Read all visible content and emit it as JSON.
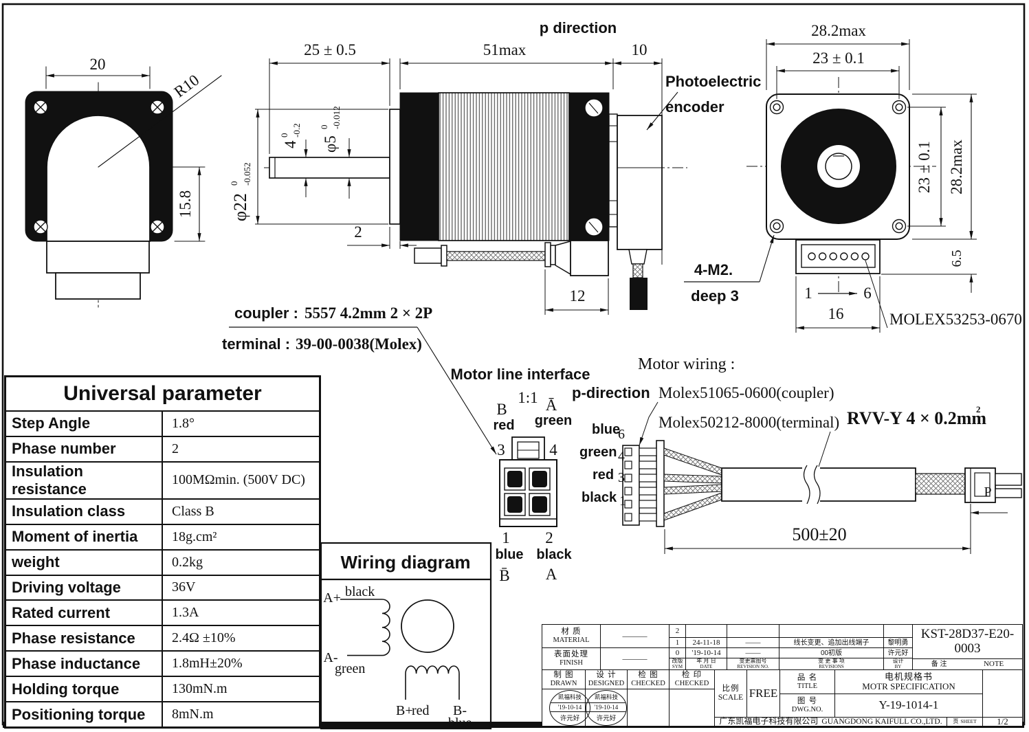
{
  "front": {
    "w": "20",
    "r": "R10",
    "h": "15.8"
  },
  "side": {
    "shaft_len": "25 ± 0.5",
    "body_len": "51max",
    "enc_len": "10",
    "p_dir": "p direction",
    "photo1": "Photoelectric",
    "photo2": "encoder",
    "flat": "4",
    "flat_t": "0",
    "flat_b": "-0.2",
    "dia5": "φ5",
    "dia5_t": "0",
    "dia5_b": "-0.012",
    "dia22": "φ22",
    "dia22_t": "0",
    "dia22_b": "-0.052",
    "plate": "2",
    "boss": "12"
  },
  "rear": {
    "w_out": "28.2max",
    "w_holes": "23 ± 0.1",
    "h_holes": "23 ± 0.1",
    "h_out": "28.2max",
    "conn_off": "6.5",
    "screw1": "4-M2.",
    "screw2": "deep 3",
    "p1": "1",
    "p6": "6",
    "conn_w": "16",
    "part": "MOLEX53253-0670"
  },
  "notes": {
    "coupler_l": "coupler :",
    "coupler_v": "5557 4.2mm 2 × 2P",
    "terminal_l": "terminal :",
    "terminal_v": "39-00-0038(Molex)"
  },
  "iface": {
    "title": "Motor line interface",
    "scale": "1:1",
    "tl_p": "B",
    "tl_c": "red",
    "tl_n": "3",
    "tr_p": "Ā",
    "tr_c": "green",
    "tr_n": "4",
    "bl_n": "1",
    "bl_c": "blue",
    "bl_p": "B̄",
    "br_n": "2",
    "br_c": "black",
    "br_p": "A"
  },
  "mw": {
    "title": "Motor wiring :",
    "pd": "p-direction",
    "coupler": "Molex51065-0600(coupler)",
    "terminal": "Molex50212-8000(terminal)",
    "cable": "RVV-Y 4 × 0.2mm",
    "cable_sup": "2",
    "c1": "blue",
    "n1": "6",
    "c2": "green",
    "n2": "4",
    "c3": "red",
    "n3": "3",
    "c4": "black",
    "n4": "1",
    "p": "P",
    "len": "500±20"
  },
  "params": {
    "title": "Universal parameter",
    "rows": [
      {
        "l": "Step Angle",
        "v": "1.8°"
      },
      {
        "l": "Phase number",
        "v": "2"
      },
      {
        "l": "Insulation resistance",
        "v": "100MΩmin. (500V DC)"
      },
      {
        "l": "Insulation class",
        "v": "Class B"
      },
      {
        "l": "Moment of inertia",
        "v": "18g.cm²"
      },
      {
        "l": "weight",
        "v": "0.2kg"
      },
      {
        "l": "Driving voltage",
        "v": "36V"
      },
      {
        "l": "Rated current",
        "v": "1.3A"
      },
      {
        "l": "Phase resistance",
        "v": "2.4Ω ±10%"
      },
      {
        "l": "Phase inductance",
        "v": "1.8mH±20%"
      },
      {
        "l": "Holding torque",
        "v": "130mN.m"
      },
      {
        "l": "Positioning torque",
        "v": "8mN.m"
      }
    ]
  },
  "wd": {
    "title": "Wiring diagram",
    "ap": "A+",
    "apc": "black",
    "am": "A-",
    "amc": "green",
    "bp": "B+",
    "bpc": "red",
    "bm": "B-",
    "bmc": "blue"
  },
  "tb": {
    "material_cn": "材  质",
    "material_en": "MATERIAL",
    "material_val": "———",
    "finish_cn": "表面处理",
    "finish_en": "FINISH",
    "finish_val": "———",
    "rev": {
      "r2_sym": "2",
      "r2_date": "",
      "r2_no": "",
      "r2_desc": "",
      "r2_by": "",
      "r1_sym": "1",
      "r1_date": "24-11-18",
      "r1_no": "——",
      "r1_desc": "线长变更、追加出线端子",
      "r1_by": "黎明勇",
      "r0_sym": "0",
      "r0_date": "'19-10-14",
      "r0_no": "——",
      "r0_desc": "00初版",
      "r0_by": "许元好",
      "h_sym_cn": "改版",
      "h_sym_en": "SYM",
      "h_date_cn": "年 月 日",
      "h_date_en": "DATE",
      "h_no_cn": "变更票图号",
      "h_no_en": "REVISION NO.",
      "h_desc_cn": "变 更 事 项",
      "h_desc_en": "REVISIONS",
      "h_by_cn": "设计",
      "h_by_en": "BY"
    },
    "part_no": "KST-28D37-E20-0003",
    "note_cn": "备    注",
    "note_en": "NOTE",
    "drawn_cn": "制  图",
    "drawn_en": "DRAWN",
    "designed_cn": "设  计",
    "designed_en": "DESIGNED",
    "checked1_cn": "检  图",
    "checked1_en": "CHECKED",
    "checked2_cn": "检  印",
    "checked2_en": "CHECKED",
    "stamp_line1": "凯福科技",
    "stamp_line2": "'19-10-14",
    "stamp_line3": "许元好",
    "scale_cn": "比例",
    "scale_en": "SCALE",
    "scale_val": "FREE",
    "name_cn": "品  名",
    "name_en": "TITLE",
    "name_val_cn": "电机规格书",
    "name_val_en": "MOTR SPECIFICATION",
    "dwg_cn": "图  号",
    "dwg_en": "DWG.NO.",
    "dwg_val": "Y-19-1014-1",
    "company_cn": "广东凯福电子科技有限公司",
    "company_en": "GUANGDONG KAIFULL CO.,LTD.",
    "sheet_cn": "页",
    "sheet_en": "SHEET",
    "sheet_val": "1/2"
  }
}
